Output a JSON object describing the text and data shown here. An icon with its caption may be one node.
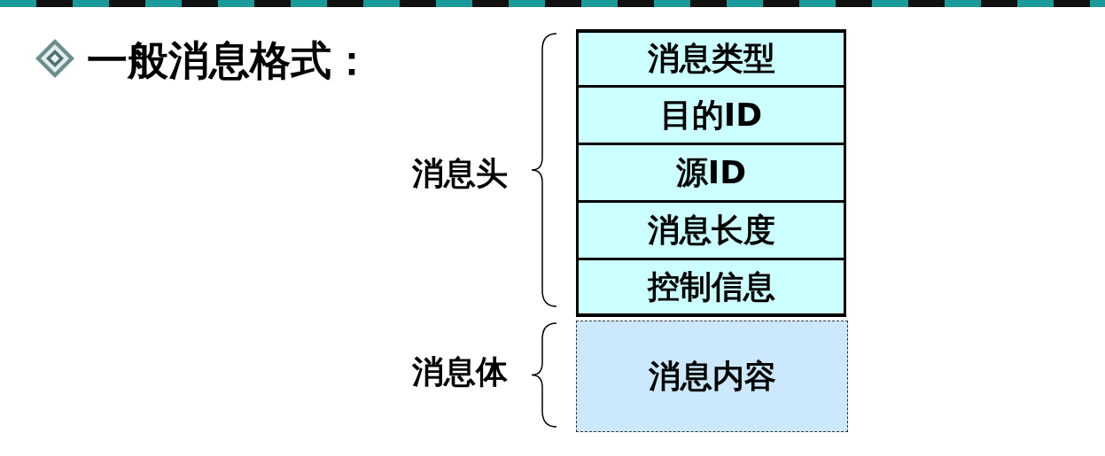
{
  "diagram": {
    "title": "一般消息格式：",
    "nodes": [
      {
        "text": [
          "消息类型"
        ]
      },
      {
        "text": [
          "目的ID"
        ]
      },
      {
        "text": [
          "源ID"
        ]
      },
      {
        "text": [
          "消息长度"
        ]
      },
      {
        "text": [
          "控制信息"
        ]
      },
      {
        "text": [
          "消息内容"
        ]
      }
    ],
    "labels": [
      "消息头",
      "消息体"
    ]
  }
}
